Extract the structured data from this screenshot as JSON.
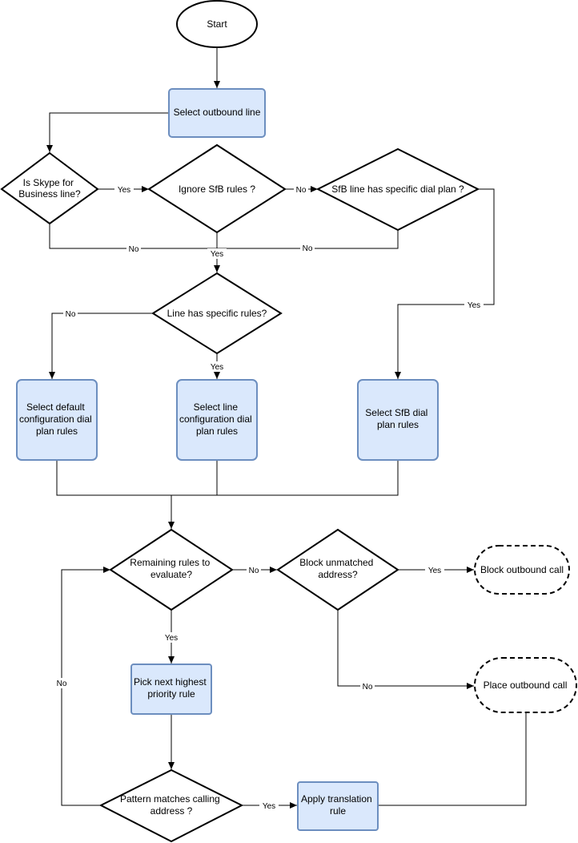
{
  "nodes": {
    "start": "Start",
    "select_outbound_line": "Select outbound line",
    "is_skype_line": [
      "Is Skype for",
      "Business line?"
    ],
    "ignore_sfb_rules": "Ignore SfB rules ?",
    "sfb_line_specific_plan": "SfB line has specific dial plan ?",
    "line_specific_rules": "Line has specific rules?",
    "select_default_config": [
      "Select default",
      "configuration dial",
      "plan rules"
    ],
    "select_line_config": [
      "Select line",
      "configuration dial",
      "plan rules"
    ],
    "select_sfb_dial_plan": [
      "Select SfB dial",
      "plan rules"
    ],
    "remaining_rules": [
      "Remaining rules to",
      "evaluate?"
    ],
    "block_unmatched": [
      "Block unmatched",
      "address?"
    ],
    "block_outbound_call": "Block outbound call",
    "place_outbound_call": "Place outbound call",
    "pick_next_rule": [
      "Pick next highest",
      "priority rule"
    ],
    "pattern_matches": [
      "Pattern matches calling",
      "address ?"
    ],
    "apply_translation": [
      "Apply translation",
      "rule"
    ]
  },
  "edge_labels": {
    "skype_yes": "Yes",
    "skype_no": "No",
    "ignore_no": "No",
    "ignore_yes": "Yes",
    "sfb_no": "No",
    "sfb_yes": "Yes",
    "line_rules_no": "No",
    "line_rules_yes": "Yes",
    "remaining_no": "No",
    "remaining_yes": "Yes",
    "block_yes": "Yes",
    "block_no": "No",
    "pattern_yes": "Yes",
    "pattern_no": "No"
  }
}
